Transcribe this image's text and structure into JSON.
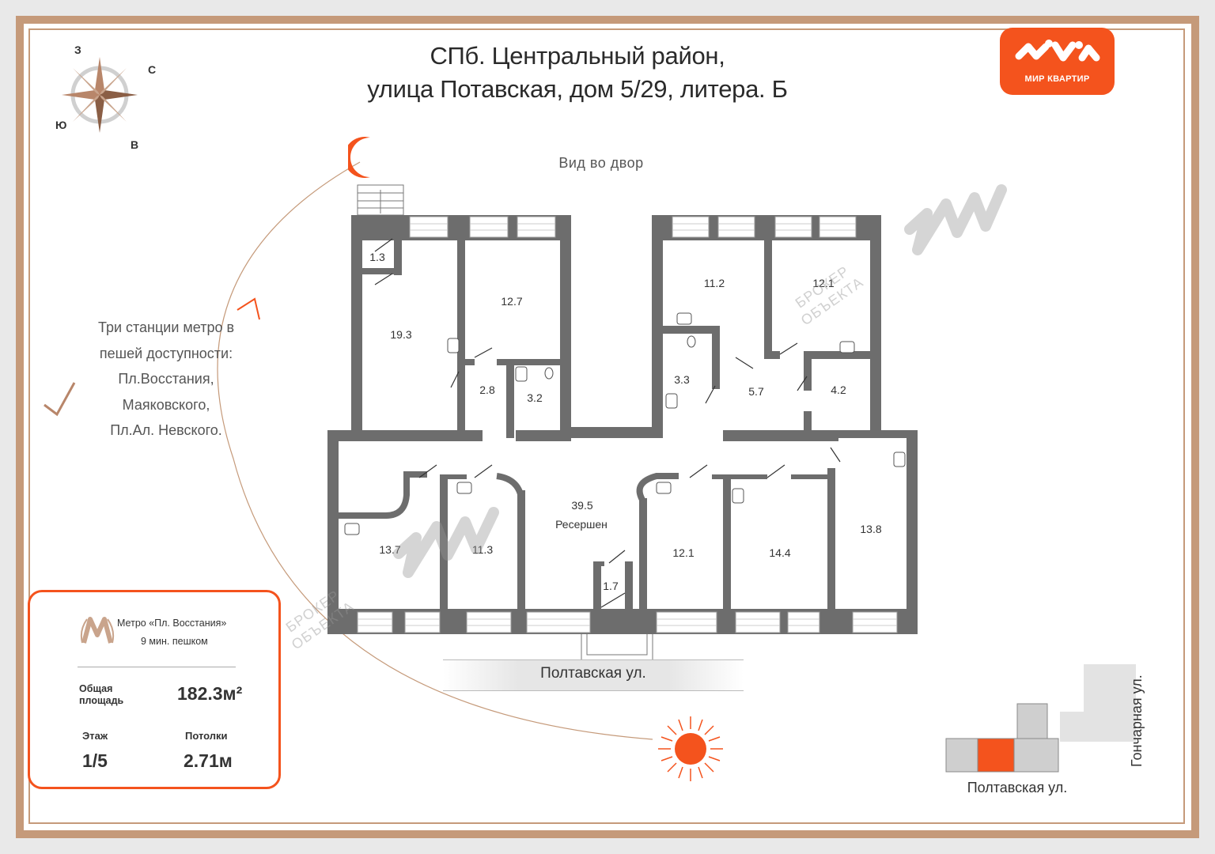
{
  "title": {
    "line1": "СПб. Центральный район,",
    "line2": "улица Потавская, дом 5/29, литера. Б"
  },
  "logo": {
    "text": "МИР КВАРТИР",
    "brand_color": "#f4531d"
  },
  "compass": {
    "north": "С",
    "south": "Ю",
    "east": "В",
    "west": "З"
  },
  "courtyard_label": "Вид во двор",
  "metro_note": [
    "Три станции метро в",
    "пешей доступности:",
    "Пл.Восстания,",
    "Маяковского,",
    "Пл.Ал. Невского."
  ],
  "rooms": {
    "r1_3": "1.3",
    "r19_3": "19.3",
    "r12_7": "12.7",
    "r2_8": "2.8",
    "r3_2": "3.2",
    "r11_2": "11.2",
    "r12_1a": "12.1",
    "r3_3": "3.3",
    "r5_7": "5.7",
    "r4_2": "4.2",
    "r39_5": "39.5",
    "reception": "Ресершен",
    "r13_7": "13.7",
    "r11_3": "11.3",
    "r1_7": "1.7",
    "r12_1b": "12.1",
    "r14_4": "14.4",
    "r13_8": "13.8"
  },
  "watermark": {
    "line1": "БРОКЕР",
    "line2": "ОБЪЕКТА"
  },
  "street_bottom": "Полтавская ул.",
  "minimap": {
    "street_bottom": "Полтавская ул.",
    "street_right": "Гончарная ул."
  },
  "info": {
    "metro_name": "Метро «Пл. Восстания»",
    "metro_time": "9 мин. пешком",
    "area_label": "Общая площадь",
    "area_value": "182.3м²",
    "floor_label": "Этаж",
    "floor_value": "1/5",
    "ceiling_label": "Потолки",
    "ceiling_value": "2.71м"
  },
  "colors": {
    "wall": "#6d6d6d",
    "accent": "#f4531d",
    "frame": "#c59a7a"
  }
}
